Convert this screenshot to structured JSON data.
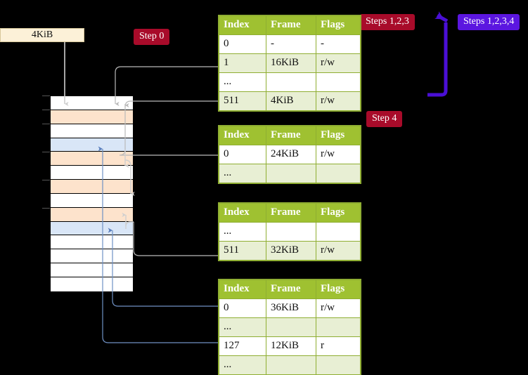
{
  "page": {
    "background": "#000000",
    "accent_table_header": "#9fc131",
    "accent_badge_red": "#a80b2a",
    "accent_badge_purple": "#5b16e0",
    "highlight_yellow": "#fdfaa0",
    "row_orange": "#fde3cc",
    "row_blue": "#d9e6f7"
  },
  "frame_box": {
    "label": "4KiB"
  },
  "badges": {
    "step0": "Step 0",
    "step4": "Step 4",
    "steps123": "Steps 1,2,3",
    "steps1234": "Steps 1,2,3,4"
  },
  "tables": [
    {
      "name": "pml4-table",
      "headers": [
        "Index",
        "Frame",
        "Flags"
      ],
      "rows": [
        {
          "cells": [
            "0",
            "-",
            "-"
          ],
          "style": "plain",
          "highlight": false
        },
        {
          "cells": [
            "1",
            "16KiB",
            "r/w"
          ],
          "style": "alt",
          "highlight": false
        },
        {
          "cells": [
            "...",
            "",
            ""
          ],
          "style": "plain",
          "highlight": false
        },
        {
          "cells": [
            "511",
            "4KiB",
            "r/w"
          ],
          "style": "alt",
          "highlight": true
        }
      ]
    },
    {
      "name": "pdpt-table",
      "headers": [
        "Index",
        "Frame",
        "Flags"
      ],
      "rows": [
        {
          "cells": [
            "0",
            "24KiB",
            "r/w"
          ],
          "style": "plain",
          "highlight": false
        },
        {
          "cells": [
            "...",
            "",
            ""
          ],
          "style": "alt",
          "highlight": false
        }
      ]
    },
    {
      "name": "pd-table",
      "headers": [
        "Index",
        "Frame",
        "Flags"
      ],
      "rows": [
        {
          "cells": [
            "...",
            "",
            ""
          ],
          "style": "plain",
          "highlight": false
        },
        {
          "cells": [
            "511",
            "32KiB",
            "r/w"
          ],
          "style": "alt",
          "highlight": false
        }
      ]
    },
    {
      "name": "pt-table",
      "headers": [
        "Index",
        "Frame",
        "Flags"
      ],
      "rows": [
        {
          "cells": [
            "0",
            "36KiB",
            "r/w"
          ],
          "style": "plain",
          "highlight": false
        },
        {
          "cells": [
            "...",
            "",
            ""
          ],
          "style": "alt",
          "highlight": false
        },
        {
          "cells": [
            "127",
            "12KiB",
            "r"
          ],
          "style": "plain",
          "highlight": false
        },
        {
          "cells": [
            "...",
            "",
            ""
          ],
          "style": "alt",
          "highlight": false
        }
      ]
    }
  ],
  "memory_grid": {
    "rows": [
      {
        "fill": "white"
      },
      {
        "fill": "orange"
      },
      {
        "fill": "white"
      },
      {
        "fill": "blue"
      },
      {
        "fill": "orange"
      },
      {
        "fill": "white"
      },
      {
        "fill": "orange"
      },
      {
        "fill": "white"
      },
      {
        "fill": "orange"
      },
      {
        "fill": "blue"
      },
      {
        "fill": "white"
      },
      {
        "fill": "white"
      },
      {
        "fill": "white"
      },
      {
        "fill": "white"
      }
    ]
  }
}
